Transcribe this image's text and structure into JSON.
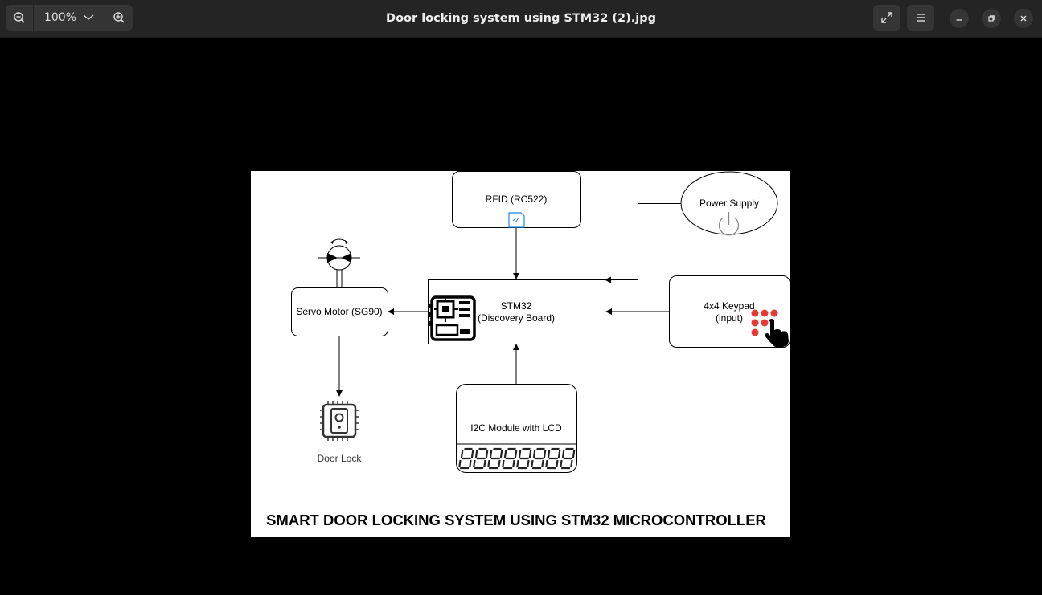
{
  "window": {
    "title": "Door locking system using STM32 (2).jpg",
    "zoom": "100%"
  },
  "icons": {
    "zoom_out": "zoom-out-icon",
    "zoom_in": "zoom-in-icon",
    "dropdown": "chevron-down-icon",
    "fullscreen": "fullscreen-icon",
    "menu": "hamburger-menu-icon",
    "minimize": "minimize-icon",
    "restore": "restore-icon",
    "close": "close-icon"
  },
  "diagram": {
    "rfid": "RFID (RC522)",
    "power": "Power Supply",
    "servo": "Servo Motor (SG90)",
    "stm32_line1": "STM32",
    "stm32_line2": "(Discovery Board)",
    "keypad_line1": "4x4 Keypad",
    "keypad_line2": "(input)",
    "lcd": "I2C Module with LCD",
    "door_lock": "Door Lock",
    "title": "SMART DOOR LOCKING SYSTEM USING STM32 MICROCONTROLLER"
  },
  "colors": {
    "titlebar": "#242424",
    "button": "#353535",
    "keypad_dots": "#e53935",
    "rfid_icon": "#1e88e5"
  }
}
